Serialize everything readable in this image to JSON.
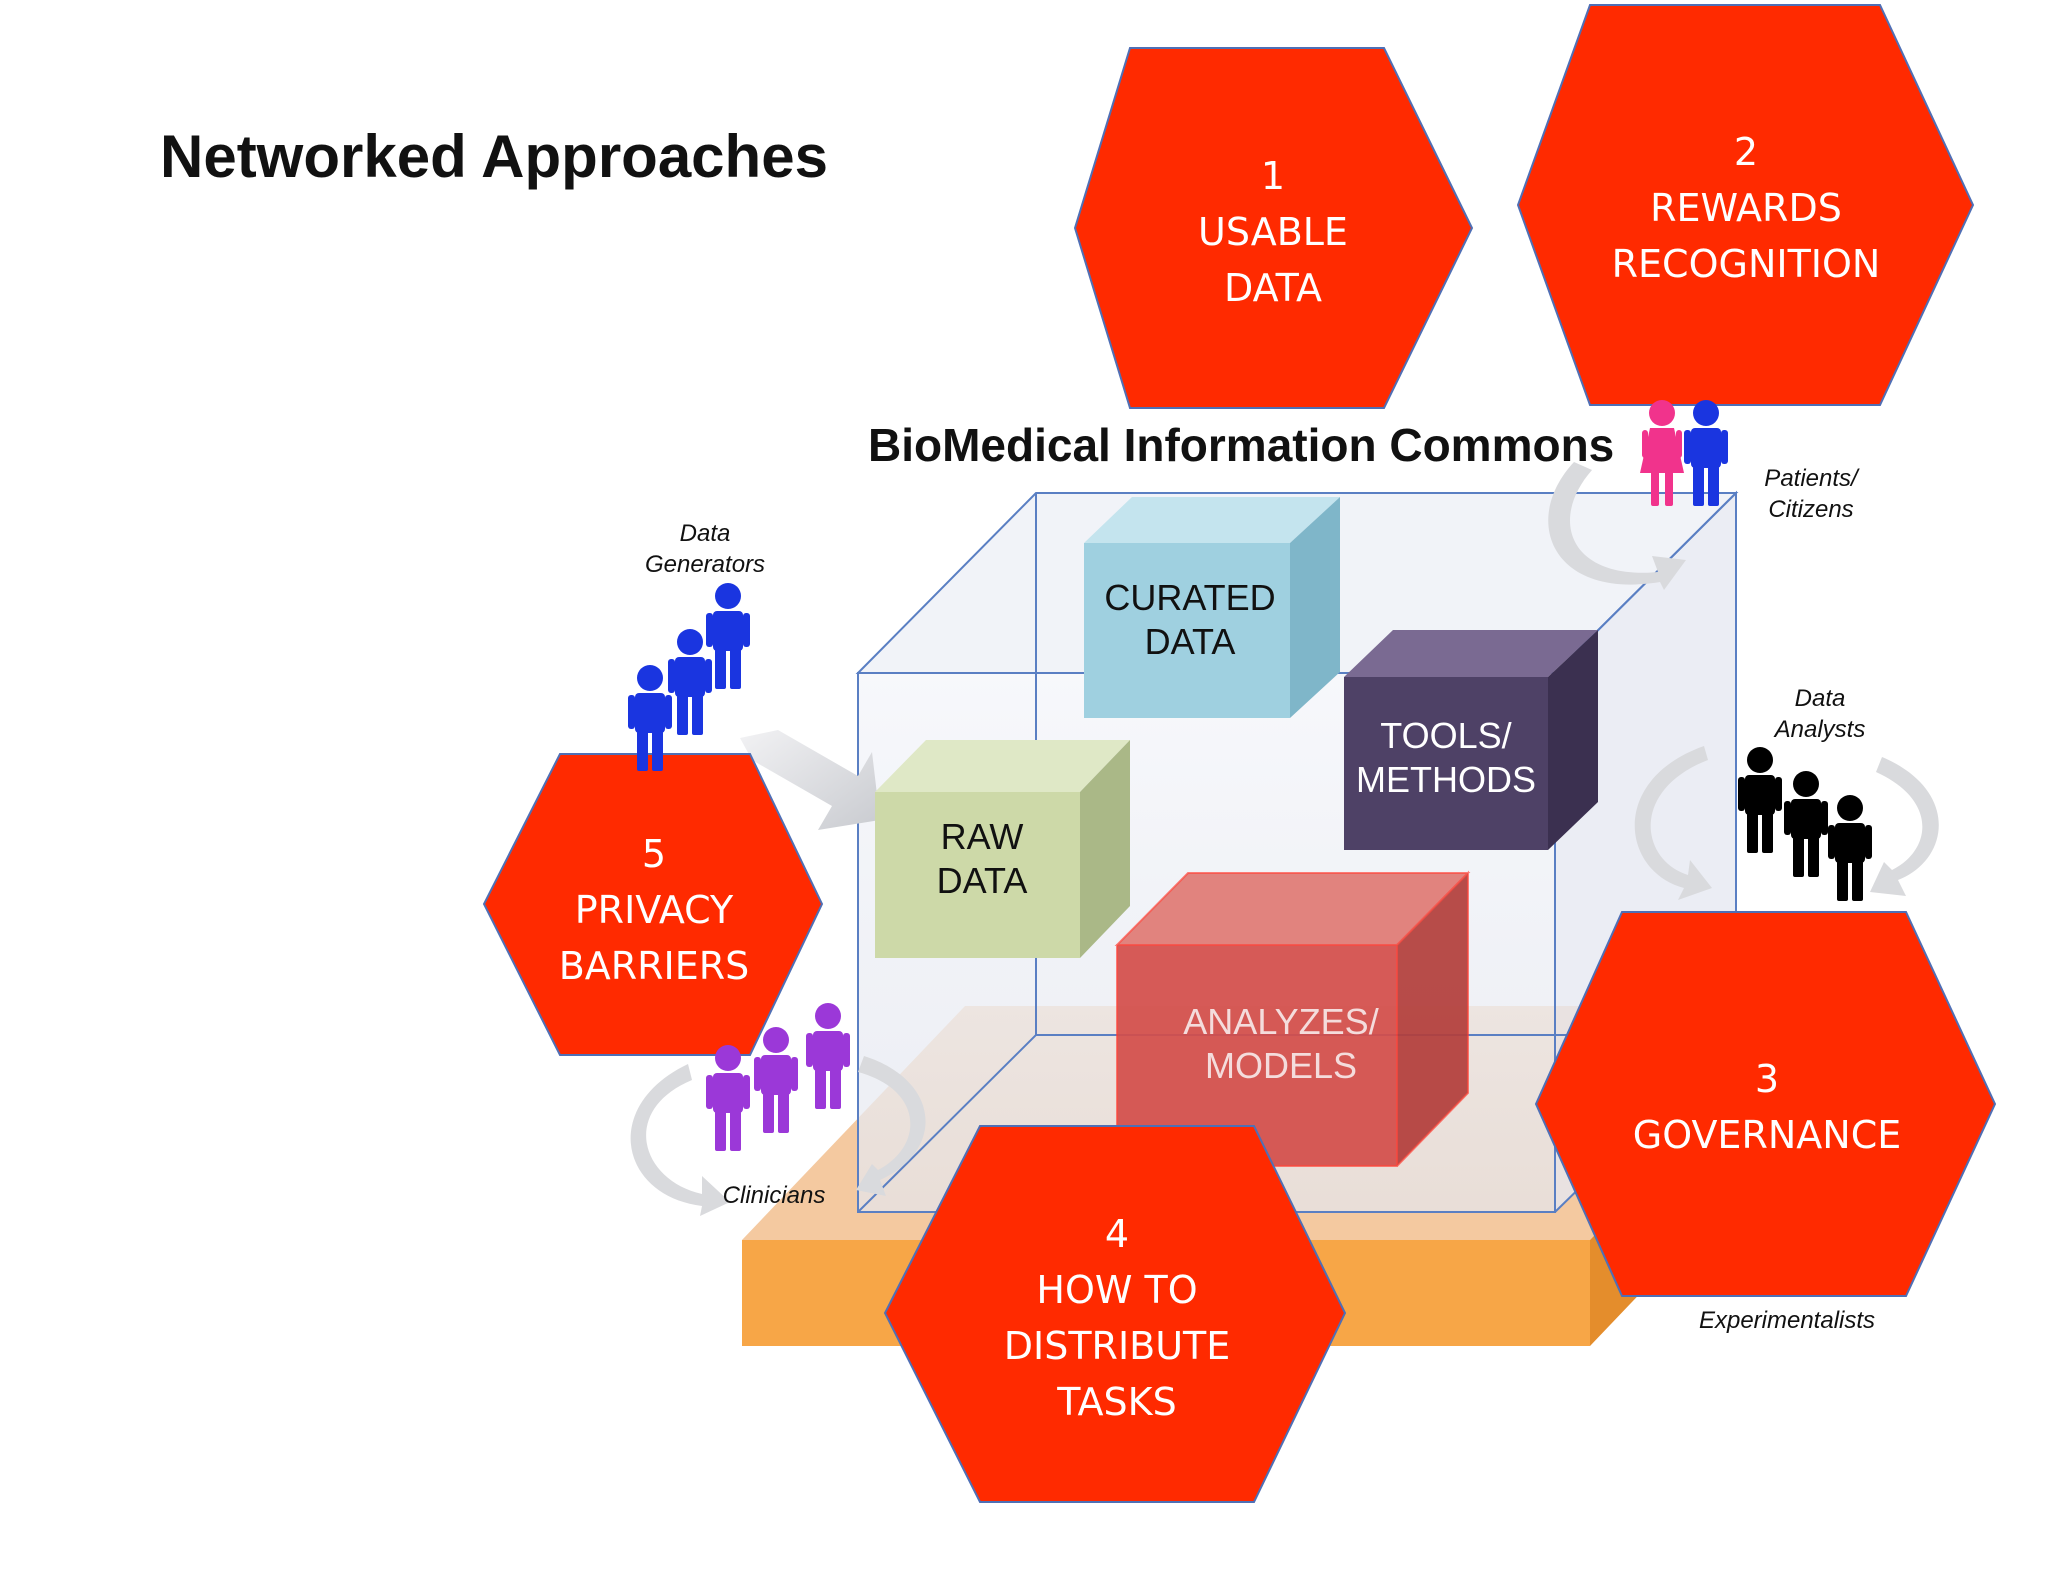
{
  "page_title": "Networked Approaches",
  "commons_title": "BioMedical Information Commons",
  "colors": {
    "hexagon_fill": "#ff2a00",
    "hexagon_stroke": "#4f6fb5",
    "raw_data": "#cdd9a8",
    "curated_data": "#9fd0e0",
    "tools_methods": "#4e4166",
    "analyzes_models": "#d44e4a",
    "platform": "#f7a647",
    "data_generators": "#1a35e0",
    "clinicians": "#9b38d8",
    "data_analysts": "#000000",
    "patients_female": "#f1338c",
    "patients_male": "#1a35e0",
    "cycle_arrow": "#d9dadd"
  },
  "challenges": [
    {
      "number": "1",
      "lines": [
        "USABLE",
        "DATA"
      ]
    },
    {
      "number": "2",
      "lines": [
        "REWARDS",
        "RECOGNITION"
      ]
    },
    {
      "number": "3",
      "lines": [
        "GOVERNANCE"
      ]
    },
    {
      "number": "4",
      "lines": [
        "HOW TO",
        "DISTRIBUTE",
        "TASKS"
      ]
    },
    {
      "number": "5",
      "lines": [
        "PRIVACY",
        "BARRIERS"
      ]
    }
  ],
  "components": {
    "raw_data": [
      "RAW",
      "DATA"
    ],
    "curated_data": [
      "CURATED",
      "DATA"
    ],
    "tools_methods": [
      "TOOLS/",
      "METHODS"
    ],
    "analyzes_models": [
      "ANALYZES/",
      "MODELS"
    ]
  },
  "actors": {
    "data_generators": [
      "Data",
      "Generators"
    ],
    "patients_citizens": [
      "Patients/",
      "Citizens"
    ],
    "data_analysts": [
      "Data",
      "Analysts"
    ],
    "clinicians": [
      "Clinicians"
    ],
    "experimentalists": [
      "Experimentalists"
    ]
  }
}
